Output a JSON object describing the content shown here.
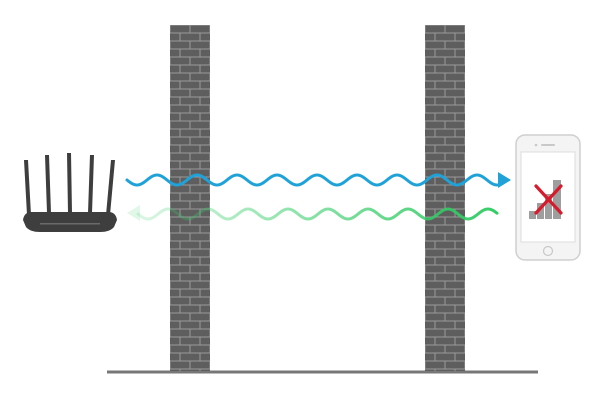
{
  "diagram": {
    "colors": {
      "background": "#ffffff",
      "brick": "#5e5e5e",
      "mortar": "#9a9a9a",
      "floor": "#777777",
      "router": "#3e3e3e",
      "outgoing_wave": "#1fa2d8",
      "return_wave": "#33cc66",
      "phone_body": "#f4f4f4",
      "phone_outline": "#cfcfcf",
      "signal_bars": "#9e9e9e",
      "no_signal_cross": "#d61c2c"
    },
    "elements": {
      "router_icon": "wifi-router-icon",
      "wall_icon": "brick-wall-icon",
      "phone_icon": "smartphone-icon",
      "signal_icon": "signal-strength-icon",
      "cross_icon": "no-signal-cross-icon"
    },
    "signal": {
      "outgoing_direction": "router-to-phone",
      "return_direction": "phone-to-router",
      "return_fades": true,
      "phone_has_signal": false,
      "signal_bars_count": 4
    }
  }
}
